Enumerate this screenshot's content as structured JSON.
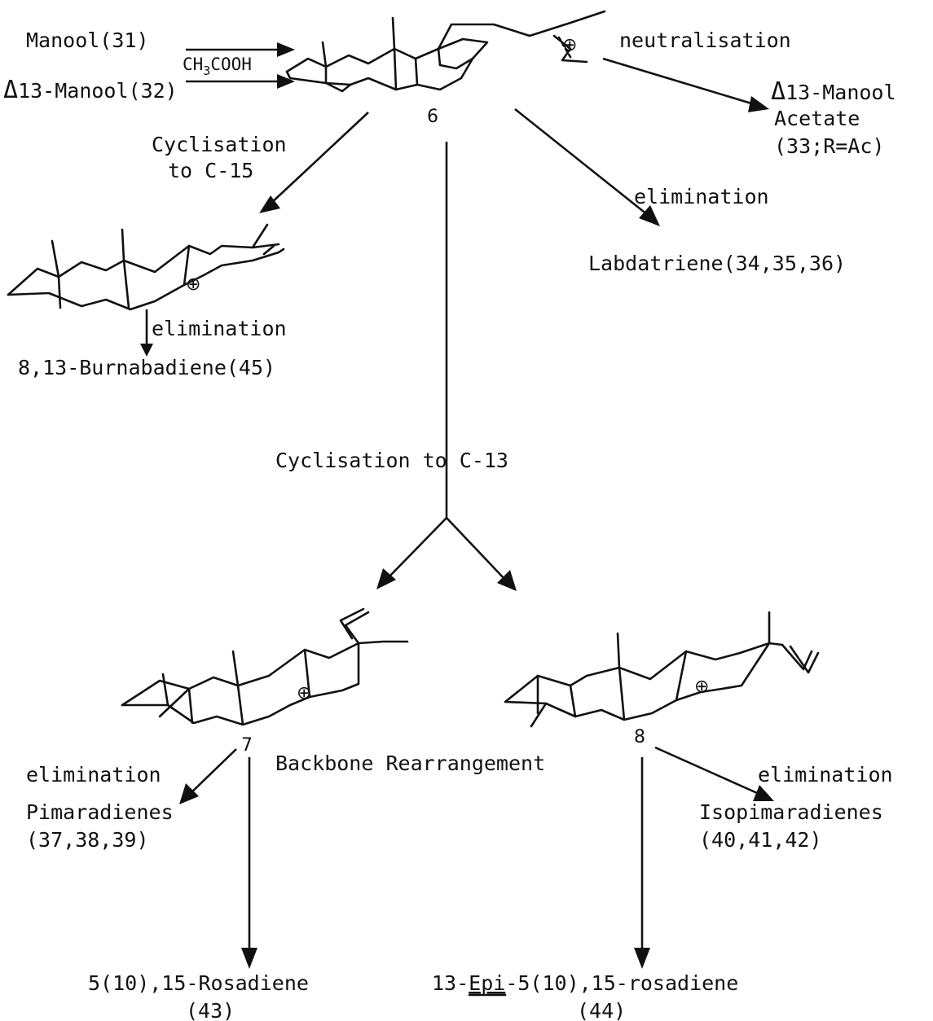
{
  "labels": {
    "manool": "Manool(31)",
    "delta_prefix": "Δ",
    "delta13_manool": "13-Manool(32)",
    "reagent_a": "CH",
    "reagent_sub": "3",
    "reagent_b": "COOH",
    "cation6_num": "6",
    "neutralisation": "neutralisation",
    "acetate_l1": "13-Manool",
    "acetate_l2": "Acetate",
    "acetate_l3": "(33;R=Ac)",
    "cyclisation15_l1": "Cyclisation",
    "cyclisation15_l2": "to C-15",
    "elimination_right": "elimination",
    "labdatriene": "Labdatriene(34,35,36)",
    "elimination_left": "elimination",
    "burnabadiene": "8,13-Burnabadiene(45)",
    "cyclisation13": "Cyclisation to C-13",
    "cation7_num": "7",
    "cation8_num": "8",
    "backbone": "Backbone Rearrangement",
    "elimination7": "elimination",
    "pimaradienes_l1": "Pimaradienes",
    "pimaradienes_l2": "(37,38,39)",
    "elimination8": "elimination",
    "isopimaradienes_l1": "Isopimaradienes",
    "isopimaradienes_l2": "(40,41,42)",
    "rosadiene_l1": "5(10),15-Rosadiene",
    "rosadiene_l2": "(43)",
    "epi_prefix": "13-",
    "epi_word": "Epi",
    "epi_rest": "-5(10),15-rosadiene",
    "epi_l2": "(44)",
    "cation_symbol": "⊕"
  }
}
